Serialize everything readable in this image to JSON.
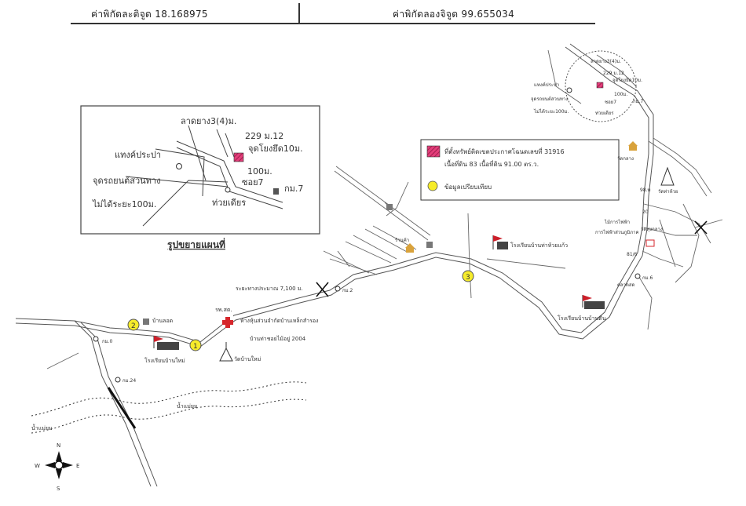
{
  "header": {
    "latitude": "ค่าพิกัดละติจูด 18.168975",
    "longitude": "ค่าพิกัดลองจิจูด 99.655034"
  },
  "inset": {
    "caption": "รูปขยายแผนที่",
    "labels": {
      "road": "ลาดยาง3(4)ม.",
      "house": "229 ม.12",
      "pole": "จุดโยงยึด10ม.",
      "dist100": "100ม.",
      "soi": "ซอย7",
      "km": "กม.7",
      "bridge": "ท่วยเดียร",
      "watertank": "แทงค์ประปา",
      "carpoint": "จุดรถยนต์สวนทาง",
      "nodist": "ไม่ได้ระยะ100ม."
    }
  },
  "legend": {
    "parcel": "ที่ตั้งทรัพย์ติดเขตประกาศโฉนดเลขที่ 31916",
    "parcel_area": "เนื้อที่ดิน 83 เนื้อที่ดิน 91.00 ตร.ว.",
    "info": "ข้อมูลเปรียบเทียบ"
  },
  "markers": {
    "m1": "1",
    "m2": "2",
    "m3": "3"
  },
  "places": {
    "school_left": "โรงเรียนบ้านใหม่",
    "temple_left": "วัดบ้านใหม่",
    "hospital": "รพ.สต.",
    "hospital_sub": "ห้างหุ้นส่วนจำกัดบ้านเหล็กสำรอง",
    "hospital_sub2": "บ้านท่าชอยไม้อยู่ 2004",
    "junction": "บ้านลอด",
    "school_mid": "โรงเรียนบ้านท่าห้วยแก้ว",
    "school_right": "โรงเรียนบ้านบ้านตีน",
    "temple_right": "วัดกลาง",
    "shop": "ร้านค้า",
    "km2": "กม.2",
    "km24": "กม.24",
    "km_left": "กม.0",
    "km6": "กม.6",
    "dist_note": "ระยะทางประมาณ 7,100 ม.",
    "river_left": "น้ำแม่ยม",
    "river_mid": "น้ำแม่ยม",
    "tr_house": "229 ม.12",
    "tr_pole": "จุดโยงยึด10ม.",
    "tr_tank": "แทงค์ประปา",
    "tr_car": "จุดรถยนต์สวนทาง",
    "tr_nodist": "ไม่ได้ระยะ100ม.",
    "tr_100": "100ม.",
    "tr_soi": "ซอย7",
    "tr_km7": "กม.7",
    "tr_bridge": "ท่วยเดียร",
    "tr_road": "ลาดยาง3(4)ม.",
    "temple_r2": "วัดท่าห้วย",
    "mill": "การไฟฟ้าส่วนภูมิภาค",
    "lumber": "ไม้การไฟฟ้า",
    "school_r2": "วัดทุ่งกลาง",
    "road_9": "98.ท",
    "road_20": "20",
    "road_81": "81/6",
    "market": "ตลาดสด"
  },
  "compass": {
    "n": "N",
    "s": "S",
    "e": "E",
    "w": "W"
  },
  "colors": {
    "accent": "#d0245a",
    "marker": "#f6ec2a",
    "road": "#555555"
  }
}
